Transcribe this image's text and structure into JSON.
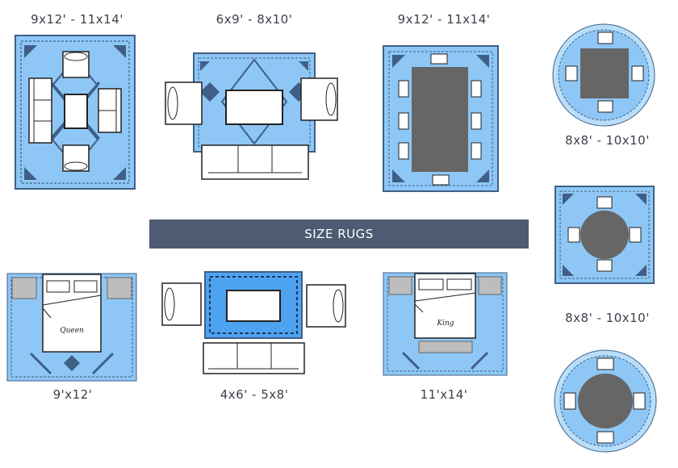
{
  "labels": {
    "top_left": "9x12' - 11x14'",
    "top_middle": "6x9' - 8x10'",
    "top_right": "9x12' - 11x14'",
    "round_top": "8x8' - 10x10'",
    "round_bottom": "8x8' - 10x10'",
    "bottom_left": "9'x12'",
    "bottom_middle": "4x6' - 5x8'",
    "bottom_right": "11'x14'"
  },
  "banner": "SIZE RUGS",
  "beds": {
    "queen": "Queen",
    "king": "King"
  },
  "colors": {
    "rug": "#8ec7f5",
    "rug_light": "#b9defa",
    "pattern": "#3f5f86",
    "table": "#666666",
    "banner": "#4d5b73"
  }
}
